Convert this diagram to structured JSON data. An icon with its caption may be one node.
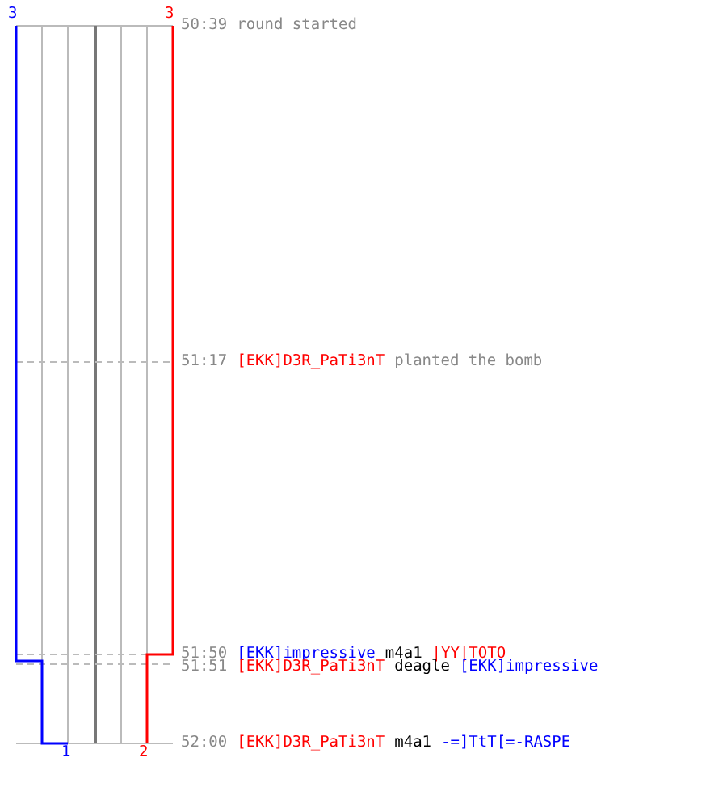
{
  "diagram": {
    "labels": [
      "3",
      "3",
      "50:39",
      "round started",
      "51:17",
      "[EKK]D3R_PaTi3nT",
      "planted the bomb",
      "51:50",
      "[EKK]impressive",
      "m4a1",
      "|YY|TOTO",
      "51:51",
      "[EKK]D3R_PaTi3nT",
      "deagle",
      "[EKK]impressive",
      "1",
      "2",
      "52:00",
      "[EKK]D3R_PaTi3nT",
      "m4a1",
      "-=]TtT[=-RASPE"
    ]
  }
}
